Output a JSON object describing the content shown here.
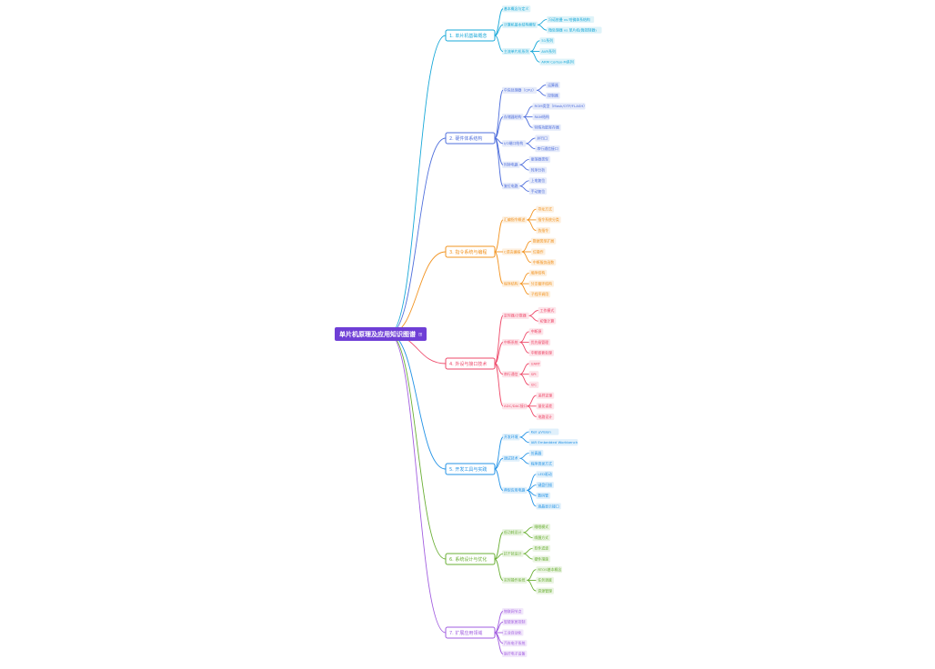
{
  "root": {
    "label": "单片机原理及应用知识图谱",
    "badge": "⊞",
    "color": "#6f3fd6"
  },
  "branches": [
    {
      "label": "1. 单片机基础概念",
      "color": "#18a8d8",
      "children": [
        {
          "label": "基本概念与定义",
          "children": []
        },
        {
          "label": "计算机基本结构模型",
          "children": [
            {
              "label": "冯诺依曼 vs 哈佛体系结构"
            },
            {
              "label": "微处理器 vs 单片机(微控制器)"
            }
          ]
        },
        {
          "label": "主流单片机系列",
          "children": [
            {
              "label": "51系列"
            },
            {
              "label": "AVR系列"
            },
            {
              "label": "ARM Cortex-M系列"
            }
          ]
        }
      ]
    },
    {
      "label": "2. 硬件体系结构",
      "color": "#4f6fdc",
      "children": [
        {
          "label": "中央处理器（CPU）",
          "children": [
            {
              "label": "运算器"
            },
            {
              "label": "控制器"
            }
          ]
        },
        {
          "label": "存储器结构",
          "children": [
            {
              "label": "ROM类型（Mask/OTP/FLASH）"
            },
            {
              "label": "RAM结构"
            },
            {
              "label": "特殊功能寄存器"
            }
          ]
        },
        {
          "label": "I/O端口结构",
          "children": [
            {
              "label": "并行口"
            },
            {
              "label": "串行通信接口"
            }
          ]
        },
        {
          "label": "时钟电路",
          "children": [
            {
              "label": "振荡器类型"
            },
            {
              "label": "时序分析"
            }
          ]
        },
        {
          "label": "复位电路",
          "children": [
            {
              "label": "上电复位"
            },
            {
              "label": "手动复位"
            }
          ]
        }
      ]
    },
    {
      "label": "3. 指令系统与编程",
      "color": "#f29422",
      "children": [
        {
          "label": "汇编指令概述",
          "children": [
            {
              "label": "寻址方式"
            },
            {
              "label": "指令系统分类"
            },
            {
              "label": "伪指令"
            }
          ]
        },
        {
          "label": "C语言编程",
          "children": [
            {
              "label": "数据类型扩展"
            },
            {
              "label": "位操作"
            },
            {
              "label": "中断服务函数"
            }
          ]
        },
        {
          "label": "程序结构",
          "children": [
            {
              "label": "顺序结构"
            },
            {
              "label": "分支循环结构"
            },
            {
              "label": "子程序调用"
            }
          ]
        }
      ]
    },
    {
      "label": "4. 外设与接口技术",
      "color": "#ee4a6a",
      "children": [
        {
          "label": "定时器/计数器",
          "children": [
            {
              "label": "工作模式"
            },
            {
              "label": "初值计算"
            }
          ]
        },
        {
          "label": "中断系统",
          "children": [
            {
              "label": "中断源"
            },
            {
              "label": "优先级管理"
            },
            {
              "label": "中断嵌套处理"
            }
          ]
        },
        {
          "label": "串行通信",
          "children": [
            {
              "label": "UART"
            },
            {
              "label": "SPI"
            },
            {
              "label": "I2C"
            }
          ]
        },
        {
          "label": "ADC/DAC接口",
          "children": [
            {
              "label": "采样定理"
            },
            {
              "label": "量化误差"
            },
            {
              "label": "电路设计"
            }
          ]
        }
      ]
    },
    {
      "label": "5. 开发工具与实践",
      "color": "#2493e6",
      "children": [
        {
          "label": "开发环境",
          "children": [
            {
              "label": "Keil μVision"
            },
            {
              "label": "IAR Embedded Workbench"
            }
          ]
        },
        {
          "label": "调试技术",
          "children": [
            {
              "label": "仿真器"
            },
            {
              "label": "程序烧录方式"
            }
          ]
        },
        {
          "label": "典型应用电路",
          "children": [
            {
              "label": "LED驱动"
            },
            {
              "label": "键盘扫描"
            },
            {
              "label": "数码管"
            },
            {
              "label": "液晶显示接口"
            }
          ]
        }
      ]
    },
    {
      "label": "6. 系统设计与优化",
      "color": "#6aaf34",
      "children": [
        {
          "label": "低功耗设计",
          "children": [
            {
              "label": "睡眠模式"
            },
            {
              "label": "唤醒方式"
            }
          ]
        },
        {
          "label": "抗干扰设计",
          "children": [
            {
              "label": "软件滤波"
            },
            {
              "label": "硬件措施"
            }
          ]
        },
        {
          "label": "实时操作系统",
          "children": [
            {
              "label": "RTOS基本概念"
            },
            {
              "label": "任务调度"
            },
            {
              "label": "资源管理"
            }
          ]
        }
      ]
    },
    {
      "label": "7. 扩展应用领域",
      "color": "#a25ee0",
      "children": [
        {
          "label": "物联网节点",
          "children": []
        },
        {
          "label": "智能家居控制",
          "children": []
        },
        {
          "label": "工业自动化",
          "children": []
        },
        {
          "label": "汽车电子系统",
          "children": []
        },
        {
          "label": "医疗电子设备",
          "children": []
        }
      ]
    }
  ]
}
